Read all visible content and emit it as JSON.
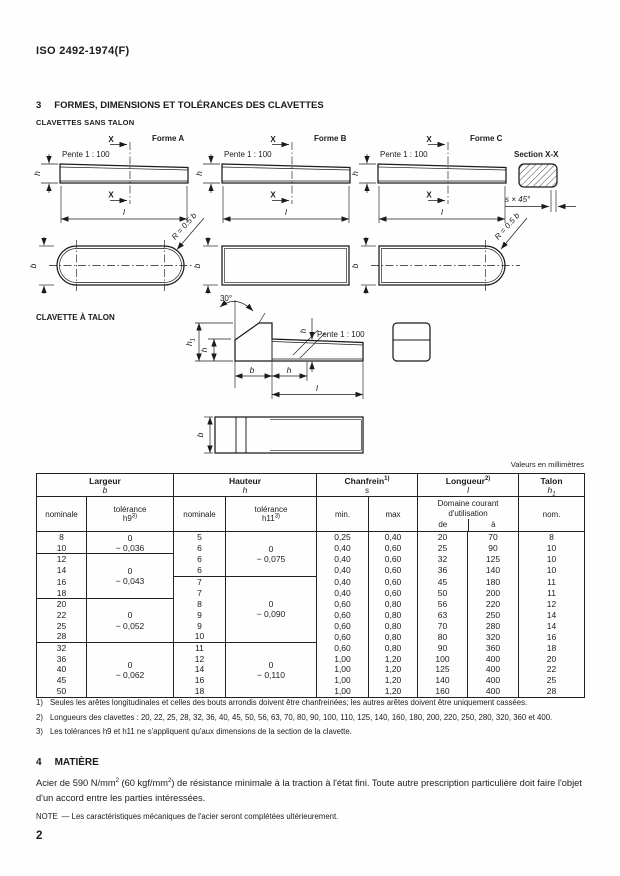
{
  "doc": {
    "ref": "ISO 2492-1974(F)",
    "page_number": "2"
  },
  "section3": {
    "number": "3",
    "title": "FORMES, DIMENSIONS ET TOLÉRANCES DES CLAVETTES",
    "sans_talon": "CLAVETTES SANS TALON",
    "a_talon": "CLAVETTE À TALON"
  },
  "drawings": {
    "forme_a": "Forme A",
    "forme_b": "Forme B",
    "forme_c": "Forme C",
    "section_xx": "Section X-X",
    "pente": "Pente 1 : 100",
    "x": "X",
    "h": "h",
    "l": "l",
    "b": "b",
    "r_callout": "R = 0.5 b",
    "s45": "s × 45°",
    "deg30": "30°",
    "h1": "h",
    "h1_sub": "1"
  },
  "table": {
    "units_note": "Valeurs en millimètres",
    "header": {
      "largeur": {
        "title": "Largeur",
        "symbol": "b",
        "nominale": "nominale",
        "tol": "tolérance",
        "tol_class": "h9",
        "tol_sup": "3)"
      },
      "hauteur": {
        "title": "Hauteur",
        "symbol": "h",
        "nominale": "nominale",
        "tol": "tolérance",
        "tol_class": "h11",
        "tol_sup": "3)"
      },
      "chanfrein": {
        "title": "Chanfrein",
        "sup": "1)",
        "symbol": "s",
        "min": "min.",
        "max": "max"
      },
      "longueur": {
        "title": "Longueur",
        "sup": "2)",
        "symbol": "l",
        "domaine": "Domaine courant\nd'utilisation",
        "de": "de",
        "a": "à"
      },
      "talon": {
        "title": "Talon",
        "symbol": "h",
        "symbol_sub": "1",
        "nom": "nom."
      }
    },
    "b_tol_groups": [
      {
        "span": 2,
        "text": "0\n− 0,036"
      },
      {
        "span": 4,
        "text": "0\n− 0,043"
      },
      {
        "span": 4,
        "text": "0\n− 0,052"
      },
      {
        "span": 5,
        "text": "0\n− 0,062"
      }
    ],
    "h_tol_groups": [
      {
        "span": 4,
        "text": "0\n− 0,075"
      },
      {
        "span": 6,
        "text": "0\n− 0,090"
      },
      {
        "span": 5,
        "text": "0\n− 0,110"
      }
    ],
    "rows": [
      [
        "8",
        "5",
        "0,25",
        "0,40",
        "20",
        "70",
        "8"
      ],
      [
        "10",
        "6",
        "0,40",
        "0,60",
        "25",
        "90",
        "10"
      ],
      [
        "12",
        "6",
        "0,40",
        "0,60",
        "32",
        "125",
        "10"
      ],
      [
        "14",
        "6",
        "0,40",
        "0,60",
        "36",
        "140",
        "10"
      ],
      [
        "16",
        "7",
        "0,40",
        "0,60",
        "45",
        "180",
        "11"
      ],
      [
        "18",
        "7",
        "0,40",
        "0,60",
        "50",
        "200",
        "11"
      ],
      [
        "20",
        "8",
        "0,60",
        "0,80",
        "56",
        "220",
        "12"
      ],
      [
        "22",
        "9",
        "0,60",
        "0,80",
        "63",
        "250",
        "14"
      ],
      [
        "25",
        "9",
        "0,60",
        "0,80",
        "70",
        "280",
        "14"
      ],
      [
        "28",
        "10",
        "0,60",
        "0,80",
        "80",
        "320",
        "16"
      ],
      [
        "32",
        "11",
        "0,60",
        "0,80",
        "90",
        "360",
        "18"
      ],
      [
        "36",
        "12",
        "1,00",
        "1,20",
        "100",
        "400",
        "20"
      ],
      [
        "40",
        "14",
        "1,00",
        "1,20",
        "125",
        "400",
        "22"
      ],
      [
        "45",
        "16",
        "1,00",
        "1,20",
        "140",
        "400",
        "25"
      ],
      [
        "50",
        "18",
        "1,00",
        "1,20",
        "160",
        "400",
        "28"
      ]
    ]
  },
  "footnotes": [
    {
      "marker": "1)",
      "text": "Seules les arêtes longitudinales et celles des bouts arrondis doivent être chanfreinées; les autres arêtes doivent être uniquement cassées."
    },
    {
      "marker": "2)",
      "text": "Longueurs des clavettes : 20, 22, 25, 28, 32, 36, 40, 45, 50, 56, 63, 70, 80, 90, 100, 110, 125, 140, 160, 180, 200, 220, 250, 280, 320, 360 et 400."
    },
    {
      "marker": "3)",
      "text": "Les tolérances h9 et h11 ne s'appliquent qu'aux dimensions de la section de la clavette."
    }
  ],
  "section4": {
    "number": "4",
    "title": "MATIÈRE",
    "body_1": "Acier de 590 N/mm",
    "body_sup1": "2",
    "body_2": " (60 kgf/mm",
    "body_sup2": "2",
    "body_3": ") de résistance minimale à la traction à l'état fini. Toute autre prescription particulière doit faire l'objet d'un accord entre les parties intéressées.",
    "note_label": "NOTE",
    "note_text": "— Les caractéristiques mécaniques de l'acier seront complétées ultérieurement."
  }
}
